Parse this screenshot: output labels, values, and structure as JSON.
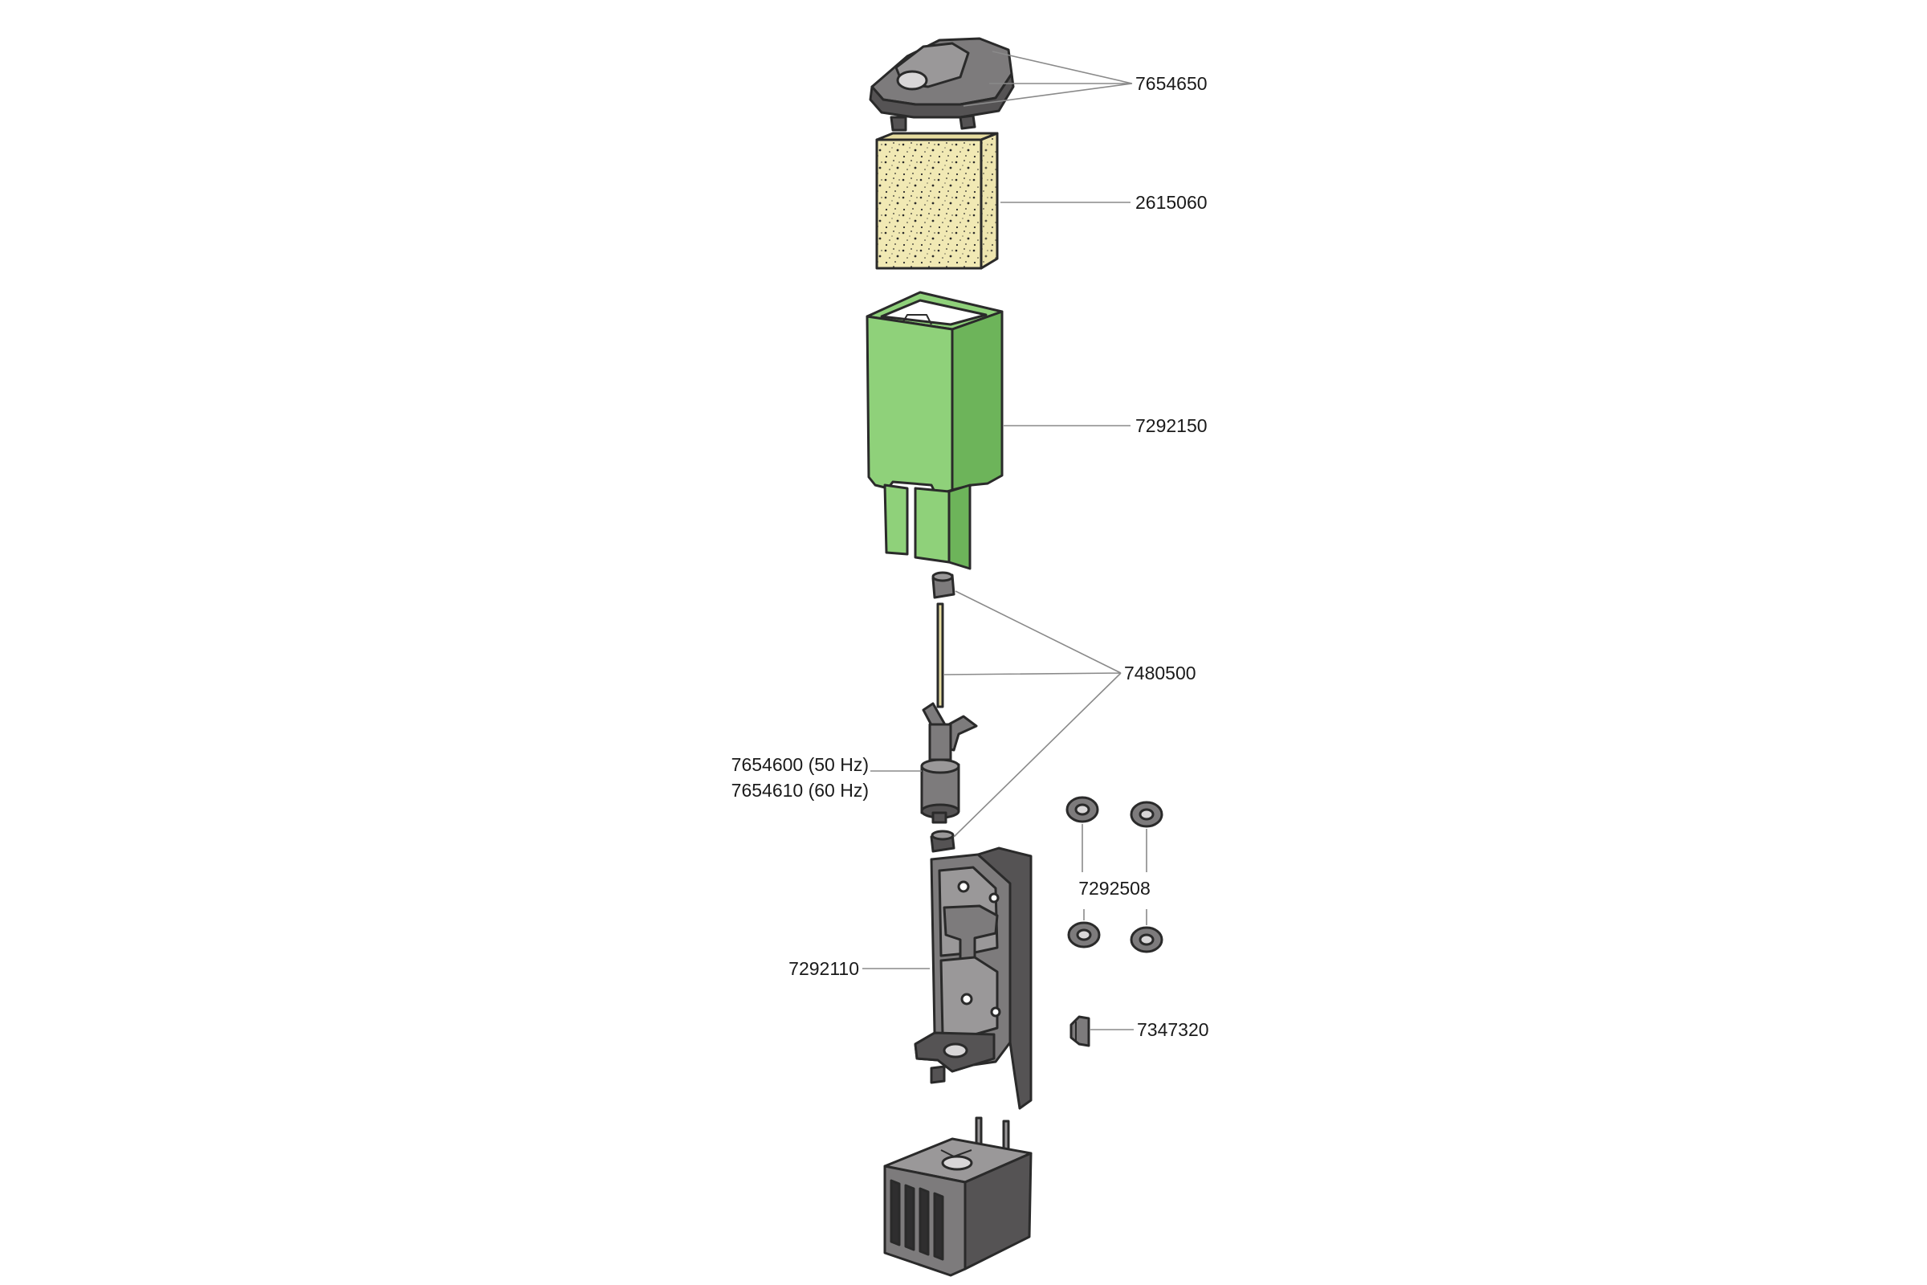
{
  "diagram": {
    "colors": {
      "housing": "#7d7b7c",
      "housing_light": "#9a9899",
      "housing_dark": "#555354",
      "sponge": "#f1e9b4",
      "sponge_side": "#e6dca0",
      "basket": "#8fd17a",
      "basket_dark": "#6db45a",
      "outline": "#2a2a2a",
      "leader": "#8a8a8a"
    },
    "parts": [
      {
        "id": "cover",
        "label": "7654650"
      },
      {
        "id": "sponge",
        "label": "2615060"
      },
      {
        "id": "basket",
        "label": "7292150"
      },
      {
        "id": "shaft-bearings",
        "label": "7480500"
      },
      {
        "id": "impeller",
        "label_line1": "7654600 (50 Hz)",
        "label_line2": "7654610 (60 Hz)"
      },
      {
        "id": "suction-cups",
        "label": "7292508"
      },
      {
        "id": "pump-housing",
        "label": "7292110"
      },
      {
        "id": "clip",
        "label": "7347320"
      },
      {
        "id": "motor-block",
        "label": ""
      }
    ]
  }
}
